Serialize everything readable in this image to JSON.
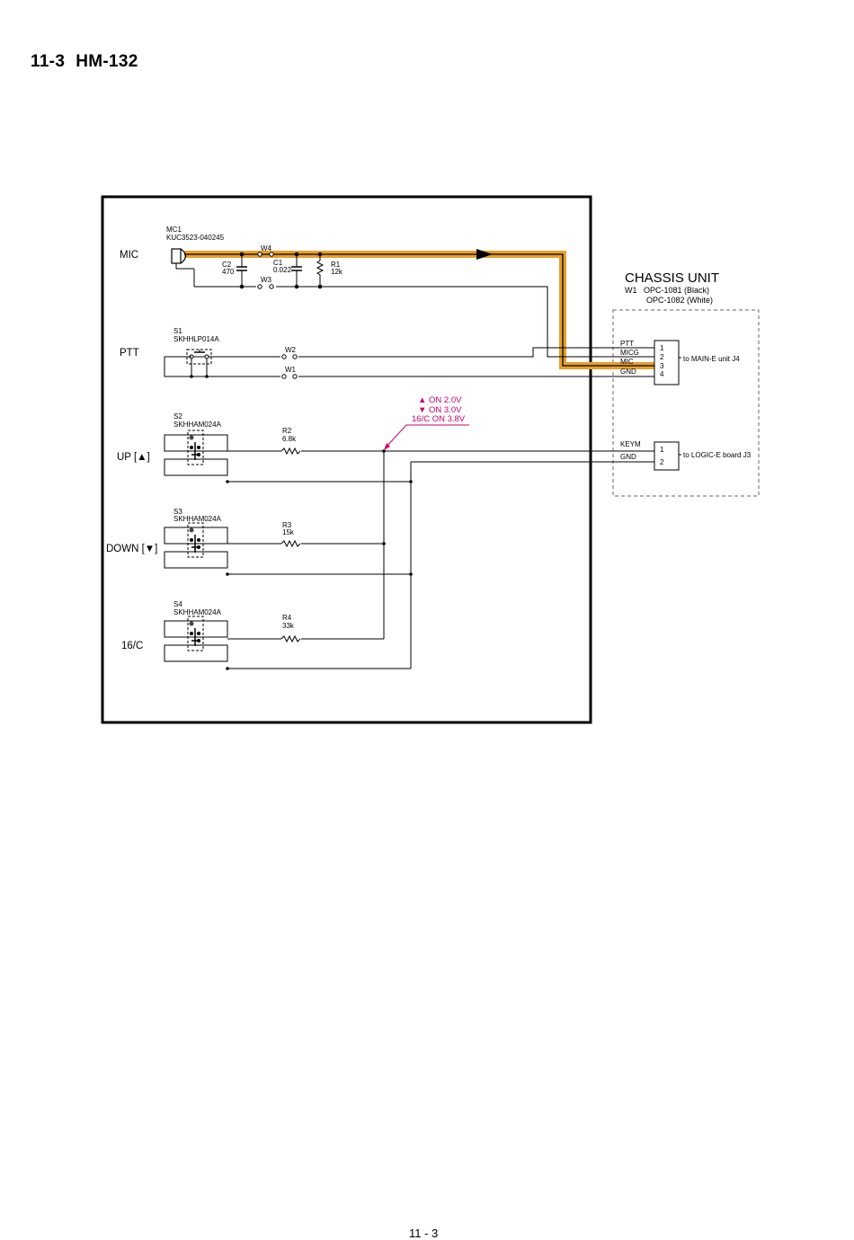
{
  "page": {
    "section": "11-3",
    "model": "HM-132",
    "page_number": "11 - 3"
  },
  "rows": {
    "mic": "MIC",
    "ptt": "PTT",
    "up": "UP [▲]",
    "down": "DOWN [▼]",
    "ch16": "16/C"
  },
  "components": {
    "mc1_ref": "MC1",
    "mc1_part": "KUC3523-040245",
    "w4": "W4",
    "w3": "W3",
    "w2": "W2",
    "w1": "W1",
    "c2_ref": "C2",
    "c2_val": "470",
    "c1_ref": "C1",
    "c1_val": "0.022",
    "r1_ref": "R1",
    "r1_val": "12k",
    "s1_ref": "S1",
    "s1_part": "SKHHLP014A",
    "s2_ref": "S2",
    "s2_part": "SKHHAM024A",
    "r2_ref": "R2",
    "r2_val": "6.8k",
    "s3_ref": "S3",
    "s3_part": "SKHHAM024A",
    "r3_ref": "R3",
    "r3_val": "15k",
    "s4_ref": "S4",
    "s4_part": "SKHHAM024A",
    "r4_ref": "R4",
    "r4_val": "33k"
  },
  "voltage_note": {
    "line1": "▲  ON   2.0V",
    "line2": "▼  ON   3.0V",
    "line3": "16/C ON  3.8V",
    "color": "#c8006e"
  },
  "chassis": {
    "title": "CHASSIS UNIT",
    "cable_line1": "W1   OPC-1081 (Black)",
    "cable_line2": "OPC-1082 (White)",
    "j4_signals": [
      "PTT",
      "MICG",
      "MIC",
      "GND"
    ],
    "j4_pins": [
      "1",
      "2",
      "3",
      "4"
    ],
    "j4_dest": "to MAIN-E unit J4",
    "j3_signals": [
      "KEYM",
      "GND"
    ],
    "j3_pins": [
      "1",
      "2"
    ],
    "j3_dest": "to LOGIC-E board J3"
  },
  "colors": {
    "signal_path_outer": "#e8a02a",
    "signal_path_inner": "#000000",
    "frame": "#000000"
  }
}
